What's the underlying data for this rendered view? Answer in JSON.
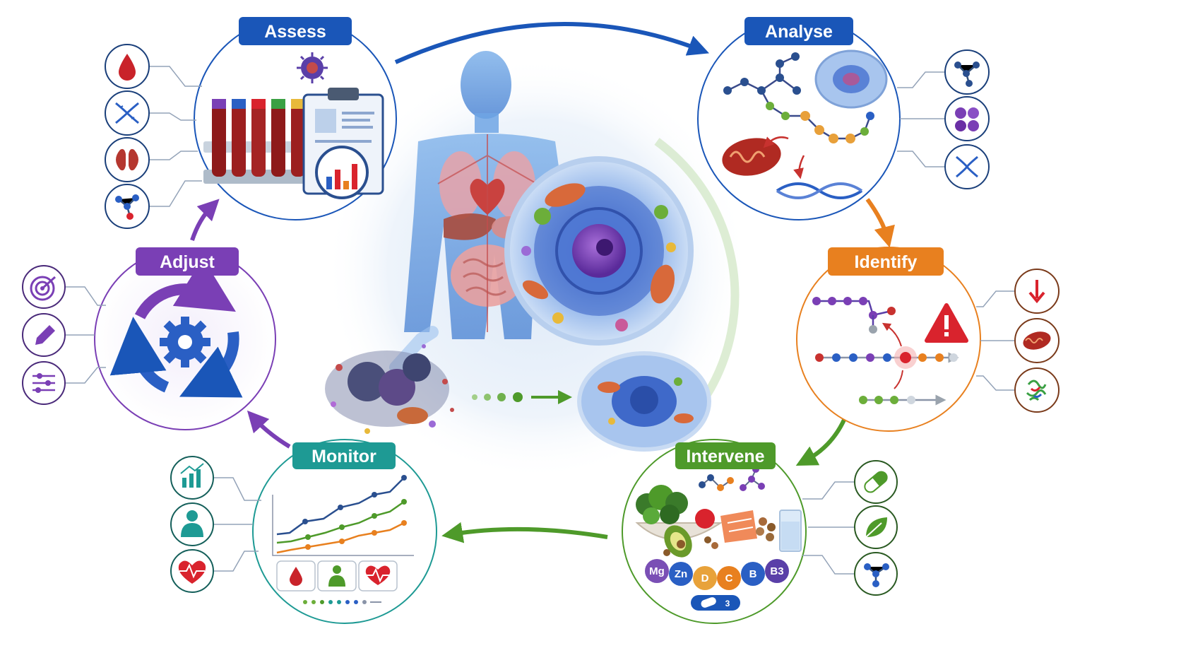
{
  "stages": [
    {
      "label": "Assess",
      "color": "#1a56b8"
    },
    {
      "label": "Analyse",
      "color": "#1a56b8"
    },
    {
      "label": "Identify",
      "color": "#e8801f"
    },
    {
      "label": "Intervene",
      "color": "#4e9a2a"
    },
    {
      "label": "Monitor",
      "color": "#1e9a94"
    },
    {
      "label": "Adjust",
      "color": "#7a3fb5"
    }
  ],
  "nutrients": [
    "Mg",
    "Zn",
    "D",
    "C",
    "B",
    "B3"
  ],
  "supplement_count": "3",
  "icons": {
    "assess": [
      "blood-drop-icon",
      "dna-icon",
      "kidney-icon",
      "molecule-icon"
    ],
    "analyse": [
      "molecule-icon",
      "protein-cluster-icon",
      "dna-icon"
    ],
    "identify": [
      "down-arrow-icon",
      "mitochondria-icon",
      "protein-icon"
    ],
    "intervene": [
      "capsule-icon",
      "leaf-icon",
      "molecule-icon"
    ],
    "monitor": [
      "bar-chart-icon",
      "person-icon",
      "heartbeat-icon"
    ],
    "adjust": [
      "target-icon",
      "pencil-icon",
      "sliders-icon"
    ]
  },
  "colors": {
    "blue": "#1a56b8",
    "orange": "#e8801f",
    "green": "#4e9a2a",
    "teal": "#1e9a94",
    "purple": "#7a3fb5",
    "alert": "#d9232d"
  }
}
